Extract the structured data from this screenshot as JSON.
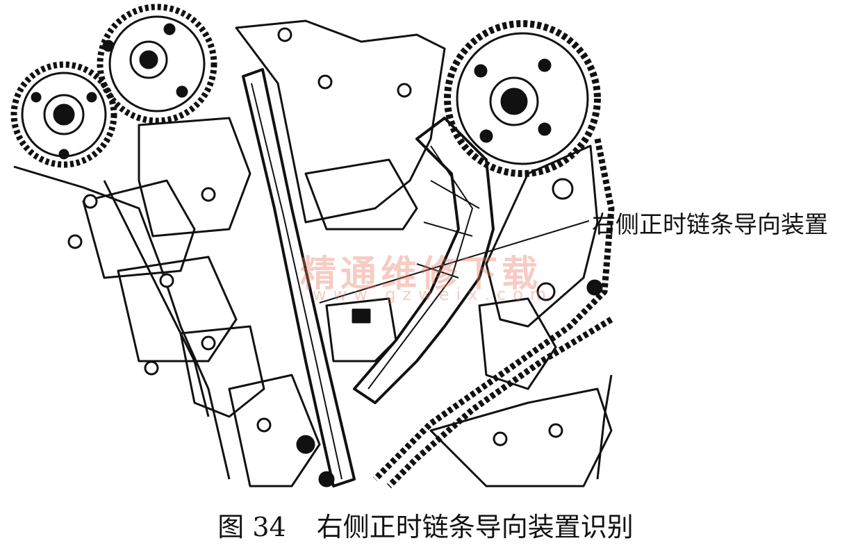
{
  "callout": {
    "label": "右侧正时链条导向装置"
  },
  "caption": {
    "number": "图 34",
    "text": "右侧正时链条导向装置识别"
  },
  "watermark": {
    "text": "精通维修下载",
    "url": "www.gzweix.com",
    "color": "#e87864"
  }
}
